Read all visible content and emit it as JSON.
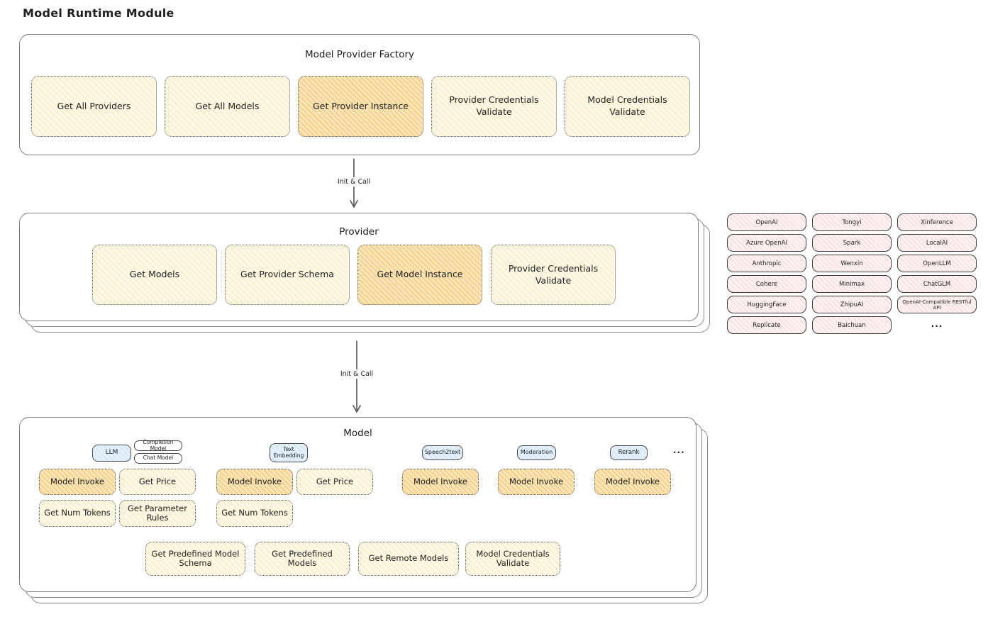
{
  "page": {
    "title": "Model Runtime Module"
  },
  "colors": {
    "background": "#ffffff",
    "box_border": "#7a7a7a",
    "button_fill_light": "#fdf8e5",
    "button_fill_highlight": "#fae6b8",
    "provider_pill_fill": "#fdf1f1",
    "tab_fill_blue": "#e4f1fb",
    "text": "#1f1f1f"
  },
  "factory": {
    "title": "Model Provider Factory",
    "buttons": [
      {
        "label": "Get All Providers",
        "variant": "light"
      },
      {
        "label": "Get All Models",
        "variant": "light"
      },
      {
        "label": "Get Provider Instance",
        "variant": "highlight"
      },
      {
        "label": "Provider Credentials Validate",
        "variant": "light"
      },
      {
        "label": "Model Credentials Validate",
        "variant": "light"
      }
    ]
  },
  "flow": {
    "arrow1_label": "Init & Call",
    "arrow2_label": "Init & Call"
  },
  "provider": {
    "title": "Provider",
    "buttons": [
      {
        "label": "Get Models",
        "variant": "light"
      },
      {
        "label": "Get Provider Schema",
        "variant": "light"
      },
      {
        "label": "Get Model Instance",
        "variant": "highlight"
      },
      {
        "label": "Provider Credentials Validate",
        "variant": "light"
      }
    ]
  },
  "model": {
    "title": "Model",
    "tabs": [
      {
        "label": "LLM",
        "style": "blue"
      },
      {
        "label": "Completion Model",
        "style": "white"
      },
      {
        "label": "Chat Model",
        "style": "white"
      },
      {
        "label": "Text Embedding",
        "style": "blue"
      },
      {
        "label": "Speech2text",
        "style": "blue"
      },
      {
        "label": "Moderation",
        "style": "blue"
      },
      {
        "label": "Rerank",
        "style": "blue"
      },
      {
        "label": "...",
        "style": "text"
      }
    ],
    "buttons": [
      {
        "label": "Model Invoke",
        "variant": "highlight"
      },
      {
        "label": "Get Price",
        "variant": "light"
      },
      {
        "label": "Get Num Tokens",
        "variant": "light"
      },
      {
        "label": "Get Parameter Rules",
        "variant": "light"
      },
      {
        "label": "Model Invoke",
        "variant": "highlight"
      },
      {
        "label": "Get Price",
        "variant": "light"
      },
      {
        "label": "Get Num Tokens",
        "variant": "light"
      },
      {
        "label": "Model Invoke",
        "variant": "highlight"
      },
      {
        "label": "Model Invoke",
        "variant": "highlight"
      },
      {
        "label": "Model Invoke",
        "variant": "highlight"
      },
      {
        "label": "Get Predefined Model Schema",
        "variant": "light"
      },
      {
        "label": "Get Predefined Models",
        "variant": "light"
      },
      {
        "label": "Get Remote Models",
        "variant": "light"
      },
      {
        "label": "Model Credentials Validate",
        "variant": "light"
      }
    ]
  },
  "providers_grid": {
    "items": [
      "OpenAI",
      "Tongyi",
      "Xinference",
      "Azure OpenAI",
      "Spark",
      "LocalAI",
      "Anthropic",
      "Wenxin",
      "OpenLLM",
      "Cohere",
      "Minimax",
      "ChatGLM",
      "HuggingFace",
      "ZhipuAI",
      "OpenAI-Compatible RESTful API",
      "Replicate",
      "Baichuan"
    ],
    "more": "..."
  }
}
